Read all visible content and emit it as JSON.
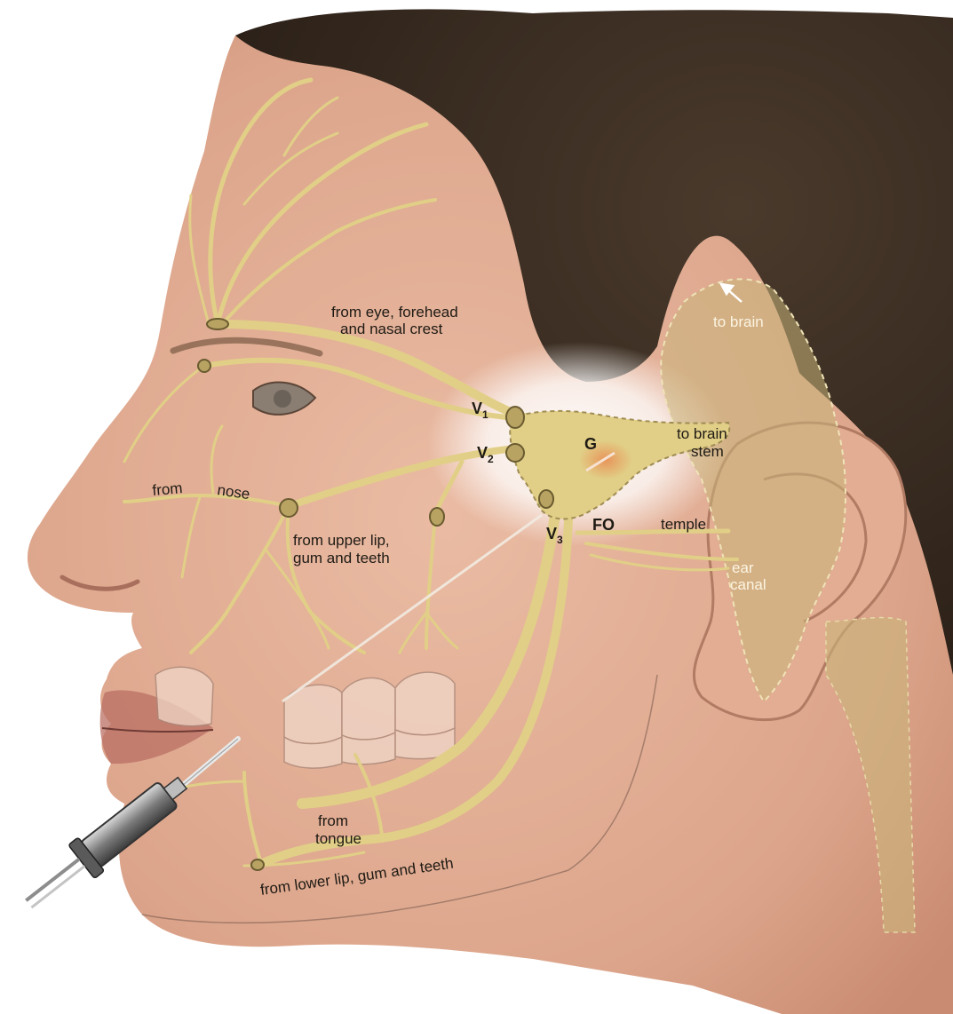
{
  "colors": {
    "nerve": "#e1cf87",
    "nerve_dark": "#9f8c53",
    "skin": "#e6b49c",
    "hair": "#3b2d22",
    "ganglion": "#e8955a",
    "label_text": "#1e1a14",
    "label_light": "#fbf4e2",
    "background": "#ffffff"
  },
  "labels": {
    "eye_line1": "from eye, forehead",
    "eye_line2": "and nasal crest",
    "to_brain": "to brain",
    "brain_stem_line1": "to brain",
    "brain_stem_line2": "stem",
    "v1_letter": "V",
    "v1_sub": "1",
    "v2_letter": "V",
    "v2_sub": "2",
    "v3_letter": "V",
    "v3_sub": "3",
    "ganglion": "G",
    "foramen_ovale": "FO",
    "temple": "temple",
    "ear_line1": "ear",
    "ear_line2": "canal",
    "from_nose_1": "from",
    "from_nose_2": "nose",
    "upper_line1": "from upper lip,",
    "upper_line2": "gum and teeth",
    "tongue_line1": "from",
    "tongue_line2": "tongue",
    "lower": "from lower lip, gum and teeth"
  },
  "icons": [
    "syringe-icon",
    "arrow-up-left-icon"
  ]
}
